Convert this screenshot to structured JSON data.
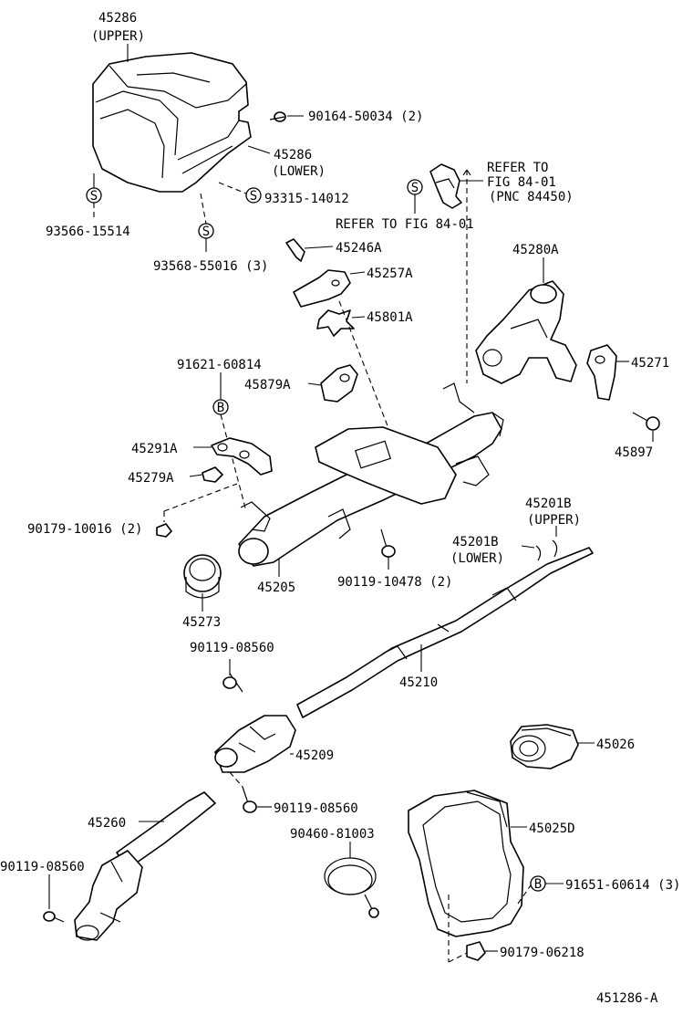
{
  "labels": {
    "p45286u": "45286",
    "p45286u_sub": "(UPPER)",
    "p90164": "90164-50034 (2)",
    "p45286l": "45286",
    "p45286l_sub": "(LOWER)",
    "p93315": "93315-14012",
    "p93566": "93566-15514",
    "p93568": "93568-55016 (3)",
    "refer1_a": "REFER TO",
    "refer1_b": "FIG 84-01",
    "refer1_c": "(PNC 84450)",
    "refer2": "REFER TO FIG 84-01",
    "p45246a": "45246A",
    "p45257a": "45257A",
    "p45801a": "45801A",
    "p45280a": "45280A",
    "p91621": "91621-60814",
    "p45879a": "45879A",
    "p45271": "45271",
    "p45897": "45897",
    "p45291a": "45291A",
    "p45279a": "45279A",
    "p90179a": "90179-10016 (2)",
    "p45201bu": "45201B",
    "p45201bu_sub": "(UPPER)",
    "p45201bl": "45201B",
    "p45201bl_sub": "(LOWER)",
    "p45205": "45205",
    "p90119a": "90119-10478 (2)",
    "p45273": "45273",
    "p90119b": "90119-08560",
    "p45210": "45210",
    "p45026": "45026",
    "p45209": "45209",
    "p90119c": "90119-08560",
    "p45260": "45260",
    "p90460": "90460-81003",
    "p45025d": "45025D",
    "p90119d": "90119-08560",
    "p91651": "91651-60614 (3)",
    "p90179b": "90179-06218",
    "diagram_id": "451286-A"
  },
  "symbols": {
    "s_mark": "S",
    "b_mark": "B"
  }
}
